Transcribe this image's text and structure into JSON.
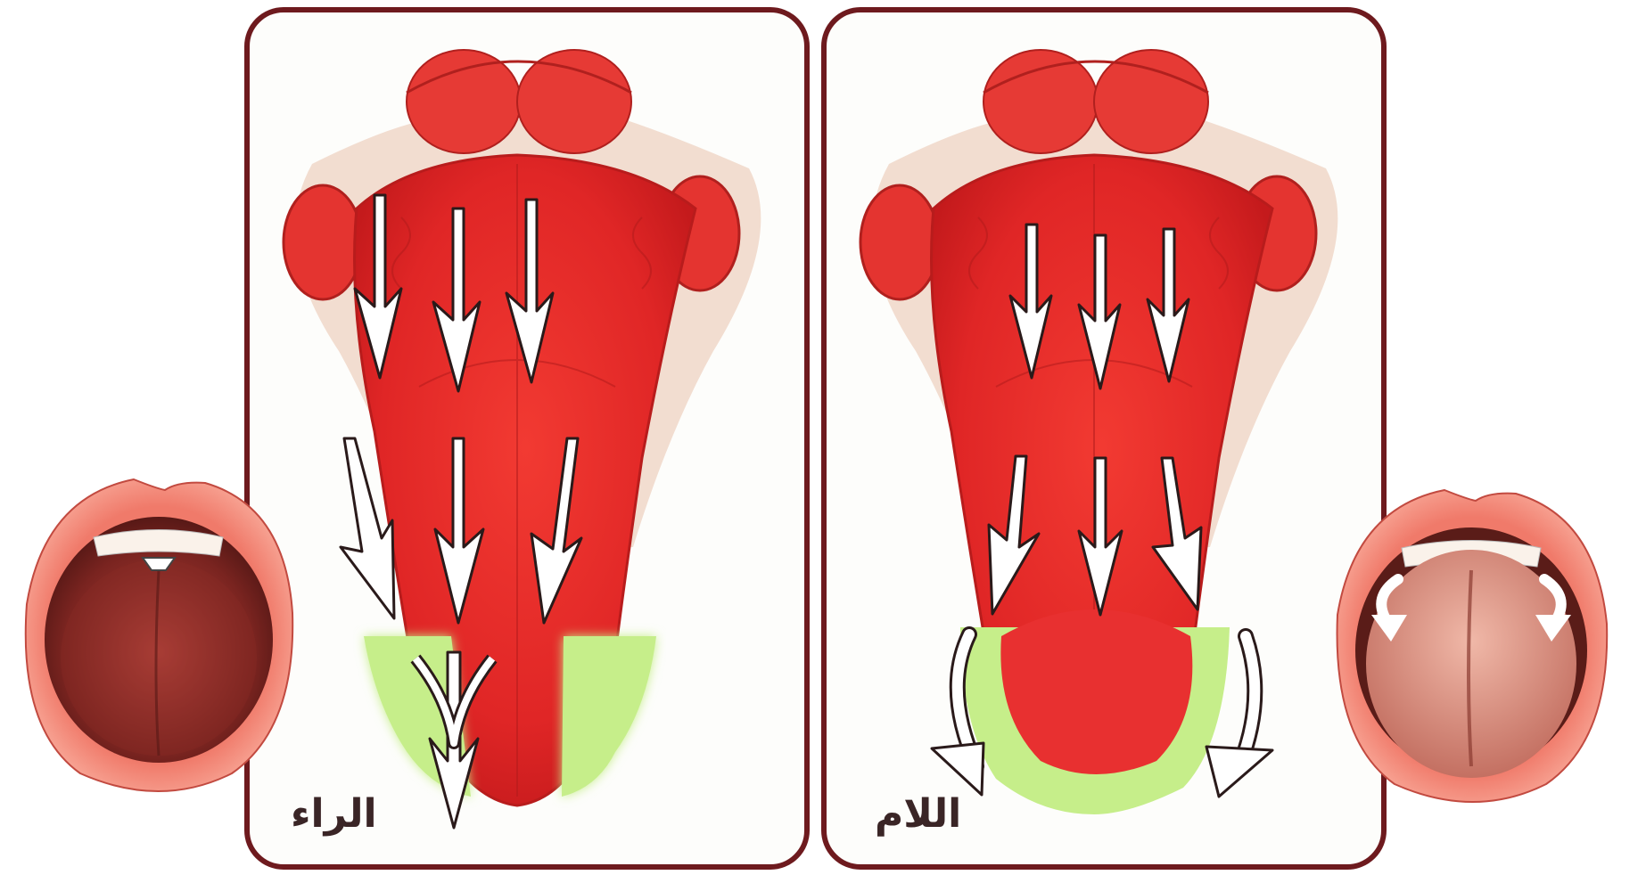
{
  "panels": {
    "ra": {
      "label": "الراء"
    },
    "lam": {
      "label": "اللام"
    }
  },
  "colors": {
    "panel_border": "#6e1a1e",
    "tongue_red": "#e62a2a",
    "highlight_green": "#c6ee8a",
    "lips": "#f07a6a",
    "arrow_fill": "#ffffff",
    "arrow_stroke": "#2a1a1a"
  },
  "icons": [
    "down-arrow-icon",
    "curved-arrow-icon",
    "open-mouth-icon",
    "tongue-illustration"
  ]
}
